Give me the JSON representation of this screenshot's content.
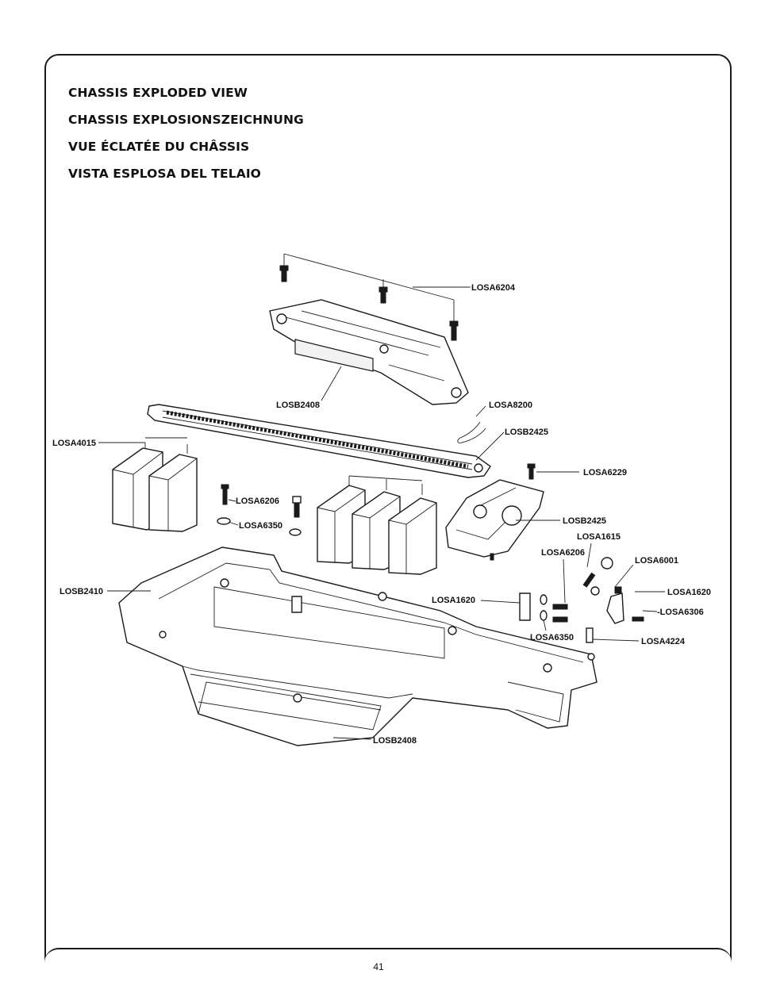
{
  "titles": [
    "CHASSIS EXPLODED VIEW",
    "CHASSIS EXPLOSIONSZEICHNUNG",
    "VUE ÉCLATÉE DU CHÂSSIS",
    "VISTA ESPLOSA DEL TELAIO"
  ],
  "labels": {
    "losa6204": "LOSA6204",
    "losb2408_top": "LOSB2408",
    "losa8200": "LOSA8200",
    "losb2425_a": "LOSB2425",
    "losa4015": "LOSA4015",
    "losa6229": "LOSA6229",
    "losa6206_left": "LOSA6206",
    "losa6350_left": "LOSA6350",
    "losb2425_b": "LOSB2425",
    "losa1615": "LOSA1615",
    "losa6206_right": "LOSA6206",
    "losa6001": "LOSA6001",
    "losb2410": "LOSB2410",
    "losa1620_left": "LOSA1620",
    "losa1620_right": "LOSA1620",
    "losa6306": "-LOSA6306",
    "losa6350_right": "LOSA6350",
    "losa4224": "LOSA4224",
    "losb2408_bottom": "LOSB2408"
  },
  "page_number": "41"
}
